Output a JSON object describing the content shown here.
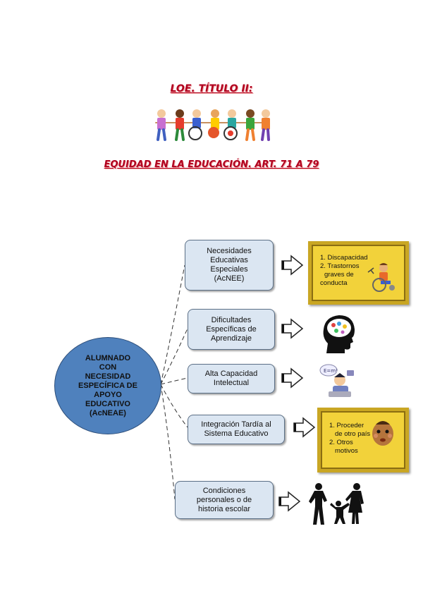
{
  "header": {
    "title": "LOE. TÍTULO II:",
    "subtitle": "EQUIDAD EN LA EDUCACIÓN. ART. 71 A 79"
  },
  "central": {
    "lines": [
      "ALUMNADO",
      "CON",
      "NECESIDAD",
      "ESPECÍFICA DE",
      "APOYO",
      "EDUCATIVO",
      "(AcNEAE)"
    ]
  },
  "branches": [
    {
      "label_lines": [
        "Necesidades",
        "Educativas",
        "Especiales",
        "(AcNEE)"
      ]
    },
    {
      "label_lines": [
        "Dificultades",
        "Específicas de",
        "Aprendizaje"
      ]
    },
    {
      "label_lines": [
        "Alta Capacidad",
        "Intelectual"
      ]
    },
    {
      "label_lines": [
        "Integración Tardía al",
        "Sistema Educativo"
      ]
    },
    {
      "label_lines": [
        "Condiciones",
        "personales o de",
        "historia escolar"
      ]
    }
  ],
  "plaques": {
    "acnee": {
      "lines": [
        "1. Discapacidad",
        "2. Trastornos",
        "graves de",
        "conducta"
      ]
    },
    "tardia": {
      "lines": [
        "1. Proceder",
        "de otro país",
        "2. Otros",
        "motivos"
      ]
    }
  },
  "colors": {
    "title": "#b0001e",
    "central_fill": "#4f81bd",
    "box_fill": "#dbe6f2",
    "plaque_fill": "#f2d23a"
  },
  "icons": [
    "children-holding-hands-icon",
    "wheelchair-child-icon",
    "head-brain-icon",
    "gifted-child-icon",
    "baby-face-icon",
    "family-silhouette-icon"
  ]
}
